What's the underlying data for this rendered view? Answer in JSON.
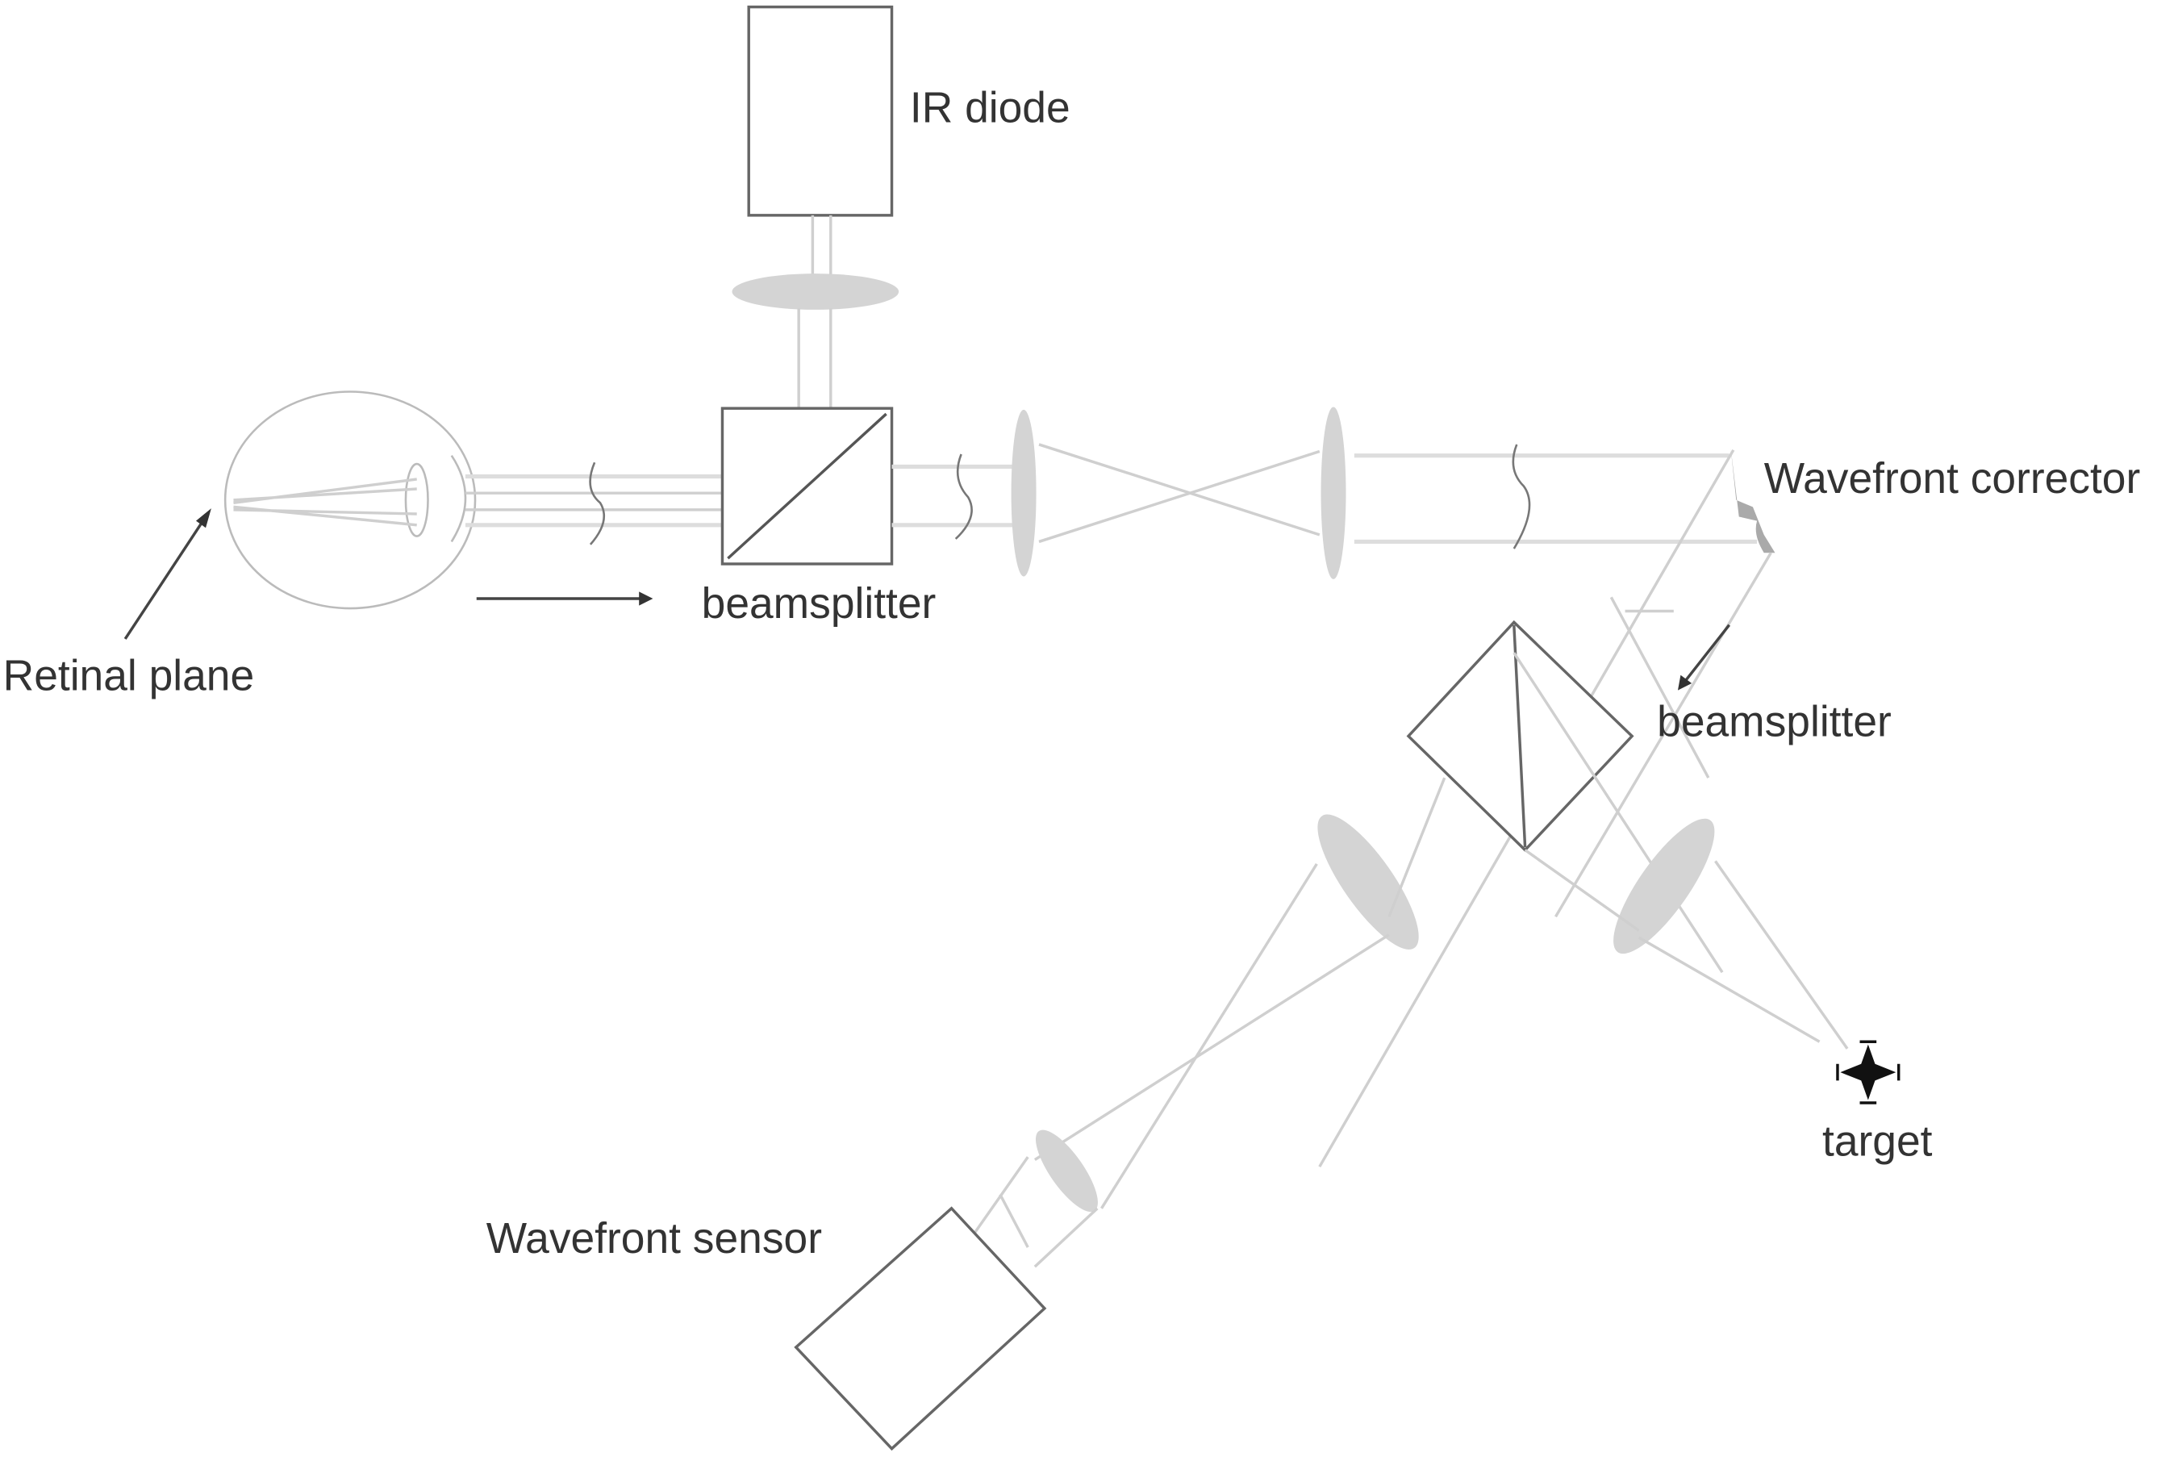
{
  "diagram": {
    "title": "Adaptive optics wavefront sensing setup",
    "labels": {
      "ir_diode": "IR diode",
      "beamsplitter_1": "beamsplitter",
      "retinal_plane": "Retinal plane",
      "wavefront_corrector": "Wavefront corrector",
      "beamsplitter_2": "beamsplitter",
      "target": "target",
      "wavefront_sensor": "Wavefront sensor"
    },
    "colors": {
      "outline": "#666666",
      "lens": "#d4d4d4",
      "ray": "#cfcfcf",
      "text": "#333333"
    }
  }
}
